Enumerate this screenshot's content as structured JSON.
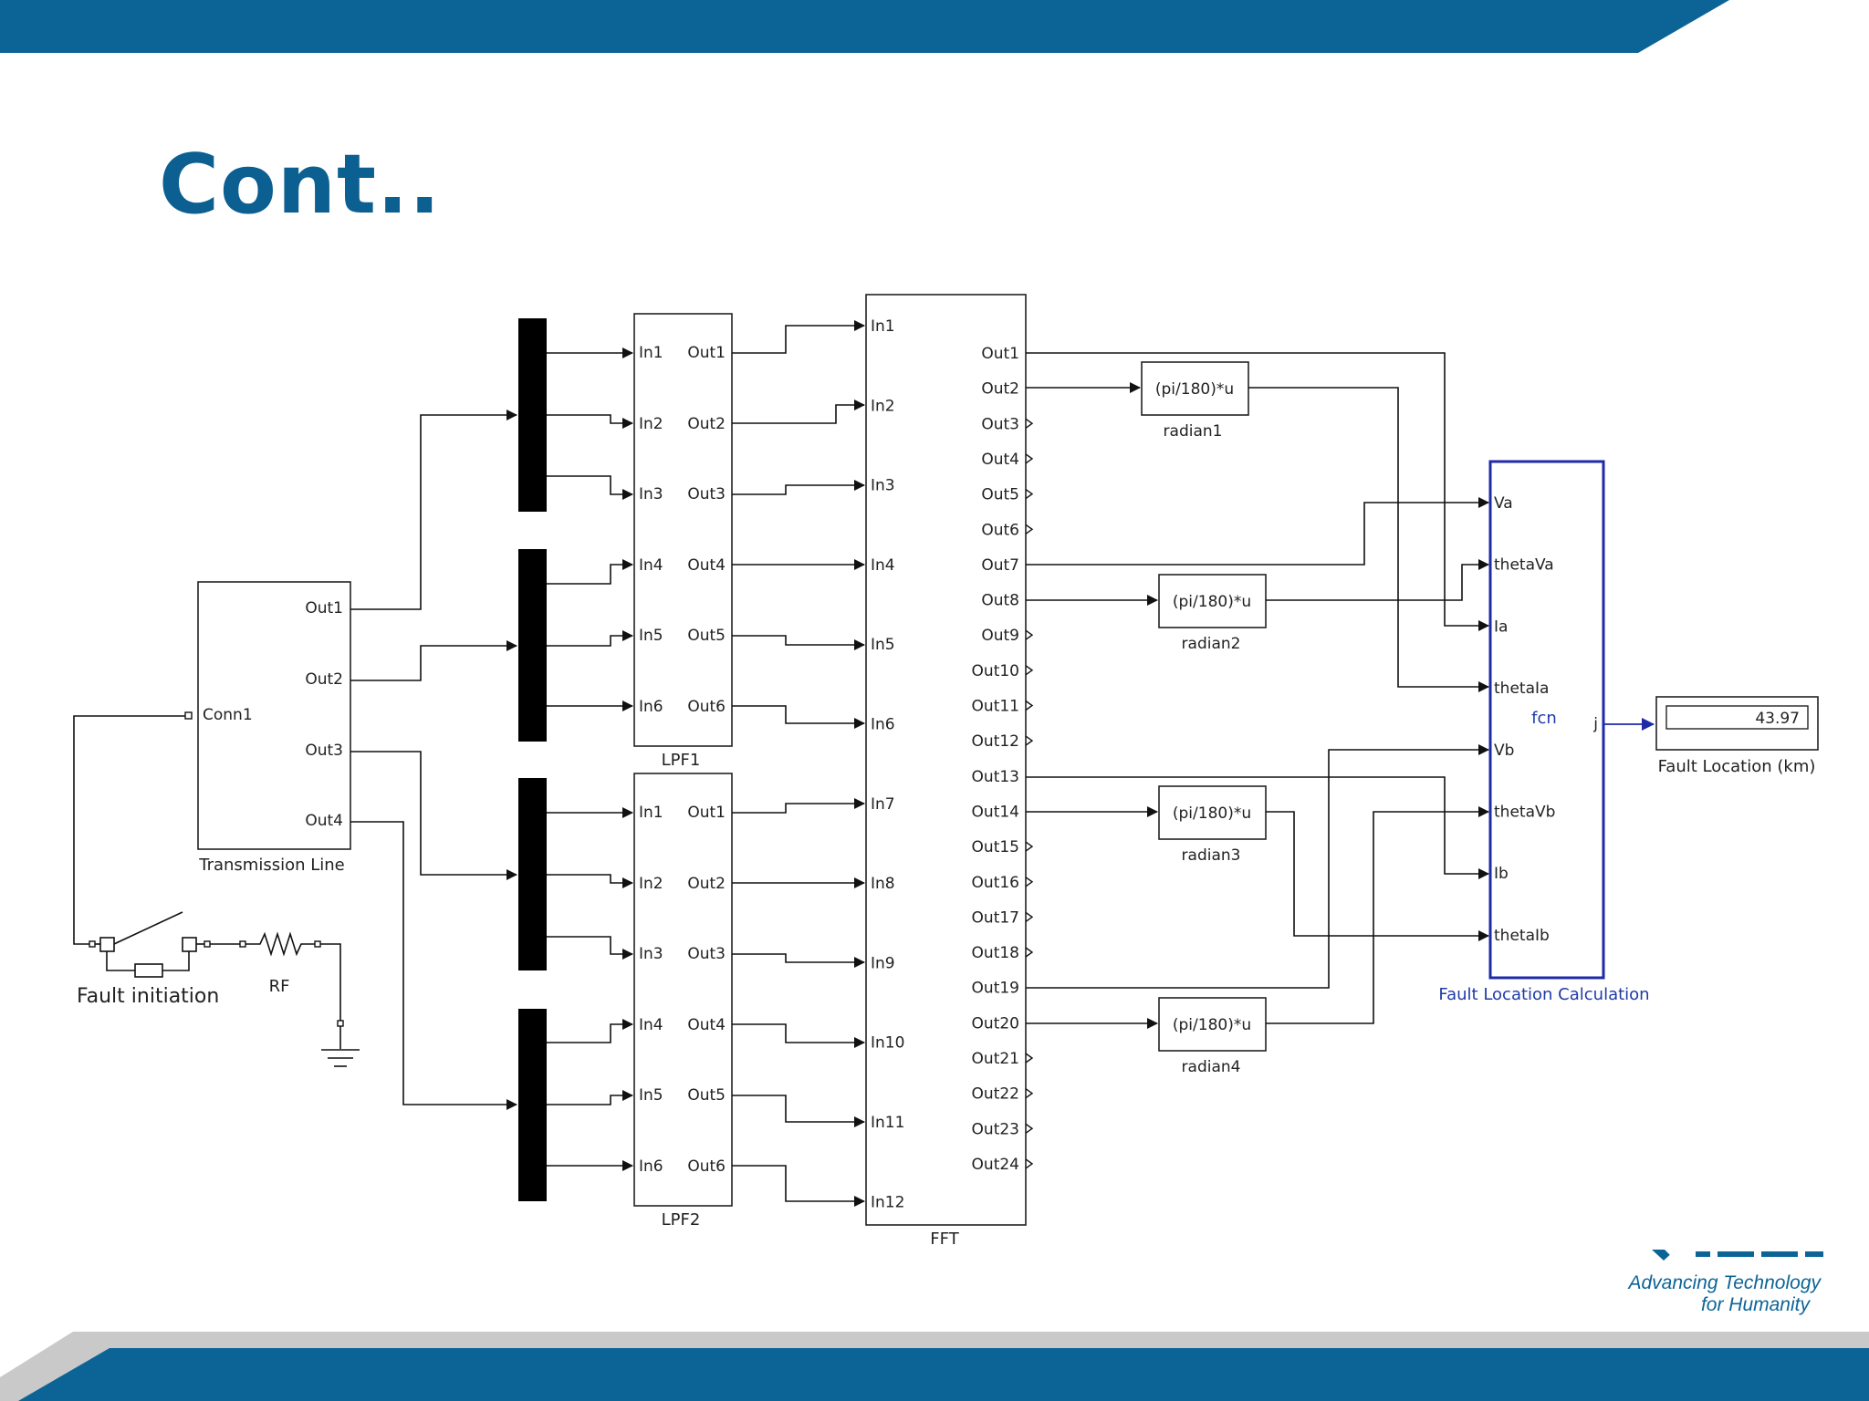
{
  "slide": {
    "title": "Cont..",
    "logo_line1": "Advancing Technology",
    "logo_line2": "for Humanity",
    "colors": {
      "brand": "#0c6496",
      "title": "#0c5f91",
      "block_blue": "#1f2aa8"
    }
  },
  "diagram": {
    "transmission_line": {
      "label": "Transmission Line",
      "conn_port": "Conn1",
      "out_ports": [
        "Out1",
        "Out2",
        "Out3",
        "Out4"
      ]
    },
    "fault_initiation_label": "Fault initiation",
    "rf_label": "RF",
    "lpf1": {
      "label": "LPF1",
      "in_ports": [
        "In1",
        "In2",
        "In3",
        "In4",
        "In5",
        "In6"
      ],
      "out_ports": [
        "Out1",
        "Out2",
        "Out3",
        "Out4",
        "Out5",
        "Out6"
      ]
    },
    "lpf2": {
      "label": "LPF2",
      "in_ports": [
        "In1",
        "In2",
        "In3",
        "In4",
        "In5",
        "In6"
      ],
      "out_ports": [
        "Out1",
        "Out2",
        "Out3",
        "Out4",
        "Out5",
        "Out6"
      ]
    },
    "fft": {
      "label": "FFT",
      "in_ports": [
        "In1",
        "In2",
        "In3",
        "In4",
        "In5",
        "In6",
        "In7",
        "In8",
        "In9",
        "In10",
        "In11",
        "In12"
      ],
      "out_ports": [
        "Out1",
        "Out2",
        "Out3",
        "Out4",
        "Out5",
        "Out6",
        "Out7",
        "Out8",
        "Out9",
        "Out10",
        "Out11",
        "Out12",
        "Out13",
        "Out14",
        "Out15",
        "Out16",
        "Out17",
        "Out18",
        "Out19",
        "Out20",
        "Out21",
        "Out22",
        "Out23",
        "Out24"
      ]
    },
    "radian_blocks": [
      {
        "expr": "(pi/180)*u",
        "label": "radian1"
      },
      {
        "expr": "(pi/180)*u",
        "label": "radian2"
      },
      {
        "expr": "(pi/180)*u",
        "label": "radian3"
      },
      {
        "expr": "(pi/180)*u",
        "label": "radian4"
      }
    ],
    "fault_calc": {
      "label": "Fault Location Calculation",
      "fcn_label": "fcn",
      "out_port": "j",
      "in_ports": [
        "Va",
        "thetaVa",
        "Ia",
        "thetaIa",
        "Vb",
        "thetaVb",
        "Ib",
        "thetaIb"
      ]
    },
    "display": {
      "value": "43.97",
      "label": "Fault Location (km)"
    }
  }
}
